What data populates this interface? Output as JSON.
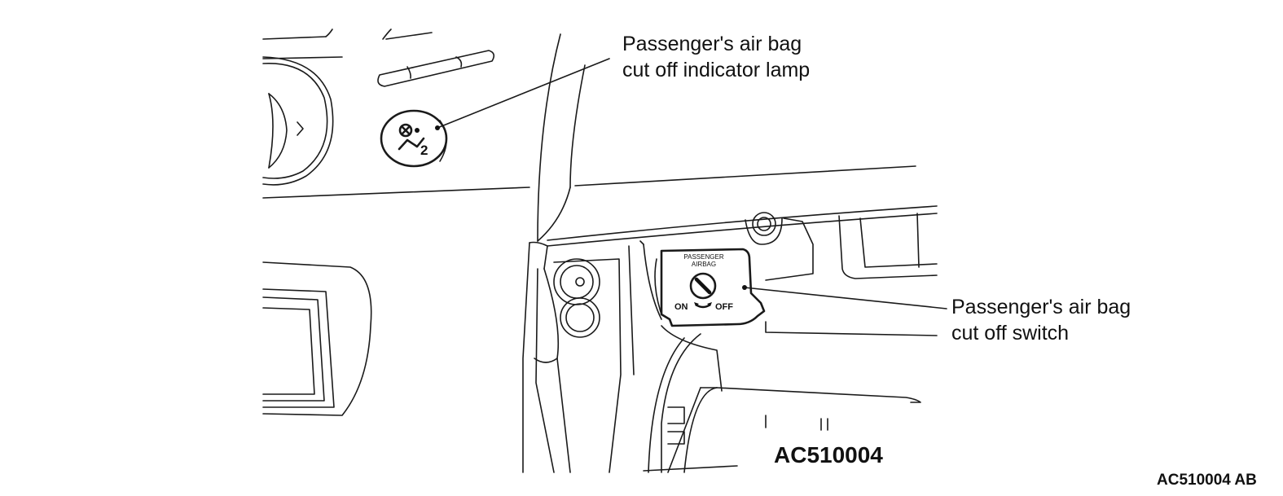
{
  "labels": {
    "indicator_lamp_line1": "Passenger's air bag",
    "indicator_lamp_line2": "cut off indicator lamp",
    "cutoff_switch_line1": "Passenger's air bag",
    "cutoff_switch_line2": "cut off switch"
  },
  "switch_panel": {
    "title_line1": "PASSENGER",
    "title_line2": "AIRBAG",
    "on_label": "ON",
    "off_label": "OFF"
  },
  "lamp_badge": {
    "number": "2"
  },
  "figure_code": "AC510004",
  "figure_code_corner": "AC510004 AB"
}
